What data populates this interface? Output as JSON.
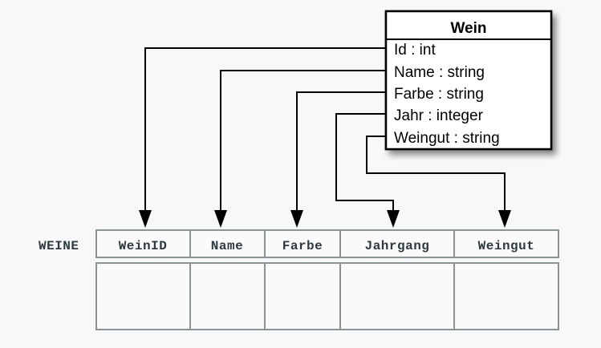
{
  "diagram": {
    "kind": "uml-class-to-relational-table-mapping",
    "background_color": "#f8f8f8",
    "uml_class": {
      "name": "Wein",
      "attributes": [
        {
          "name": "Id",
          "type": "int",
          "text": "Id : int"
        },
        {
          "name": "Name",
          "type": "string",
          "text": "Name : string"
        },
        {
          "name": "Farbe",
          "type": "string",
          "text": "Farbe : string"
        },
        {
          "name": "Jahr",
          "type": "integer",
          "text": "Jahr : integer"
        },
        {
          "name": "Weingut",
          "type": "string",
          "text": "Weingut : string"
        }
      ],
      "border_color": "#000000",
      "fill_color": "#ffffff"
    },
    "table": {
      "label": "WEINE",
      "columns": [
        {
          "header": "WeinID"
        },
        {
          "header": "Name"
        },
        {
          "header": "Farbe"
        },
        {
          "header": "Jahrgang"
        },
        {
          "header": "Weingut"
        }
      ],
      "rows": [
        {
          "cells": [
            "",
            "",
            "",
            "",
            ""
          ]
        }
      ],
      "border_color": "#8a9396",
      "header_text_color": "#2b3b41"
    },
    "mappings": [
      {
        "from": "Id",
        "to": "WeinID"
      },
      {
        "from": "Name",
        "to": "Name"
      },
      {
        "from": "Farbe",
        "to": "Farbe"
      },
      {
        "from": "Jahr",
        "to": "Jahrgang"
      },
      {
        "from": "Weingut",
        "to": "Weingut"
      }
    ],
    "connector_color": "#000000"
  }
}
